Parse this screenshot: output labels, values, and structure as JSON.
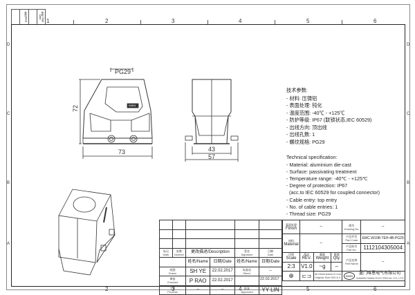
{
  "top_strip": {
    "labels": [
      "更改/Mod.",
      "签名 Sign. Date"
    ]
  },
  "zones": {
    "columns": [
      "1",
      "2",
      "3",
      "4",
      "5",
      "6"
    ],
    "rows": [
      "D",
      "C",
      "B",
      "A"
    ]
  },
  "dimensions": {
    "pg": "PG29",
    "height": "72",
    "width_front": "73",
    "side_inner": "43",
    "side_outer": "57",
    "logo": "WAIN"
  },
  "spec_cn": {
    "title": "技术参数:",
    "items": [
      "- 材料: 压铸铝",
      "- 表面处理: 钝化",
      "- 温度范围: -40℃ - +125℃",
      "- 防护等级: IP67 (联锁状态,IEC 60529)",
      "- 出线方向: 顶出线",
      "- 出线孔数: 1",
      "- 螺纹规格: PG29"
    ]
  },
  "spec_en": {
    "title": "Technical specification:",
    "items": [
      "- Material: aluminium die-cast",
      "- Surface: passivating treatment",
      "- Temperature range: -40℃ - +125℃",
      "- Degree of protection: IP67",
      "  (acc.to IEC 60529 for coupled connector)",
      "- Cable entry: top entry",
      "- No. of cable entries: 1",
      "- Thread size: PG29"
    ]
  },
  "title_block": {
    "mark_cn": "标记",
    "mark": "Mark",
    "number_cn": "处数",
    "number": "Number",
    "description": "更改描述/Description",
    "signature_cn": "签名",
    "signature": "Signature",
    "date_cn": "日期",
    "date": "Date",
    "name_hdr": "姓名/Name",
    "date_hdr": "日期/Date",
    "drawn_cn": "绘图",
    "drawn": "Drawn",
    "drawn_name": "SH YE",
    "drawn_date": "22.02.2017",
    "checked_cn": "审核",
    "checked": "Checked",
    "checked_name": "P RAO",
    "checked_date": "22.02.2017",
    "process_cn": "工艺",
    "process": "Process",
    "process_name": "–",
    "process_date": "–",
    "stand_cn": "标准化",
    "stand": "Stand.",
    "stand_name": "–",
    "stand_date": "–",
    "approved_cn": "批准",
    "approved": "Approved",
    "approved_name": "YY LIN",
    "approved_date": "22.02.2017",
    "finish_cn": "表面处理",
    "finish": "Finish",
    "finish_val": "–",
    "material_cn": "材料",
    "material": "Material",
    "material_val": "–",
    "scale_cn": "比例",
    "scale": "Scale",
    "scale_val": "2:3",
    "rev_cn": "版本",
    "rev": "REV.",
    "rev_val": "V1.0",
    "weight_cn": "重量",
    "weight": "Weight",
    "weight_val": "~g",
    "qty_cn": "数量",
    "qty": "Qty.",
    "qty_val": "–",
    "drawing_no_cn": "图号",
    "drawing_no": "Drawing No.",
    "drawing_no_val": "–",
    "part_code_cn": "产品代号",
    "part_code": "Part Code",
    "part_code_val": "EMC.W10B-TEH-4B-PG29",
    "part_no_cn": "产品料号",
    "part_no": "Part No.",
    "part_no_val": "1112104305004",
    "part_name_cn": "产品名称",
    "part_name": "Part Name",
    "part_name_val": "–",
    "dims_note_1": "All Dimensions in mm",
    "dims_note_2": "Original Size DIN A 4",
    "company_cn": "厦门唯恩电气有限公司",
    "company_en": "XIAMEN WAIN ELECTRICAL CO.,LTD",
    "company_logo": "WAIN"
  }
}
